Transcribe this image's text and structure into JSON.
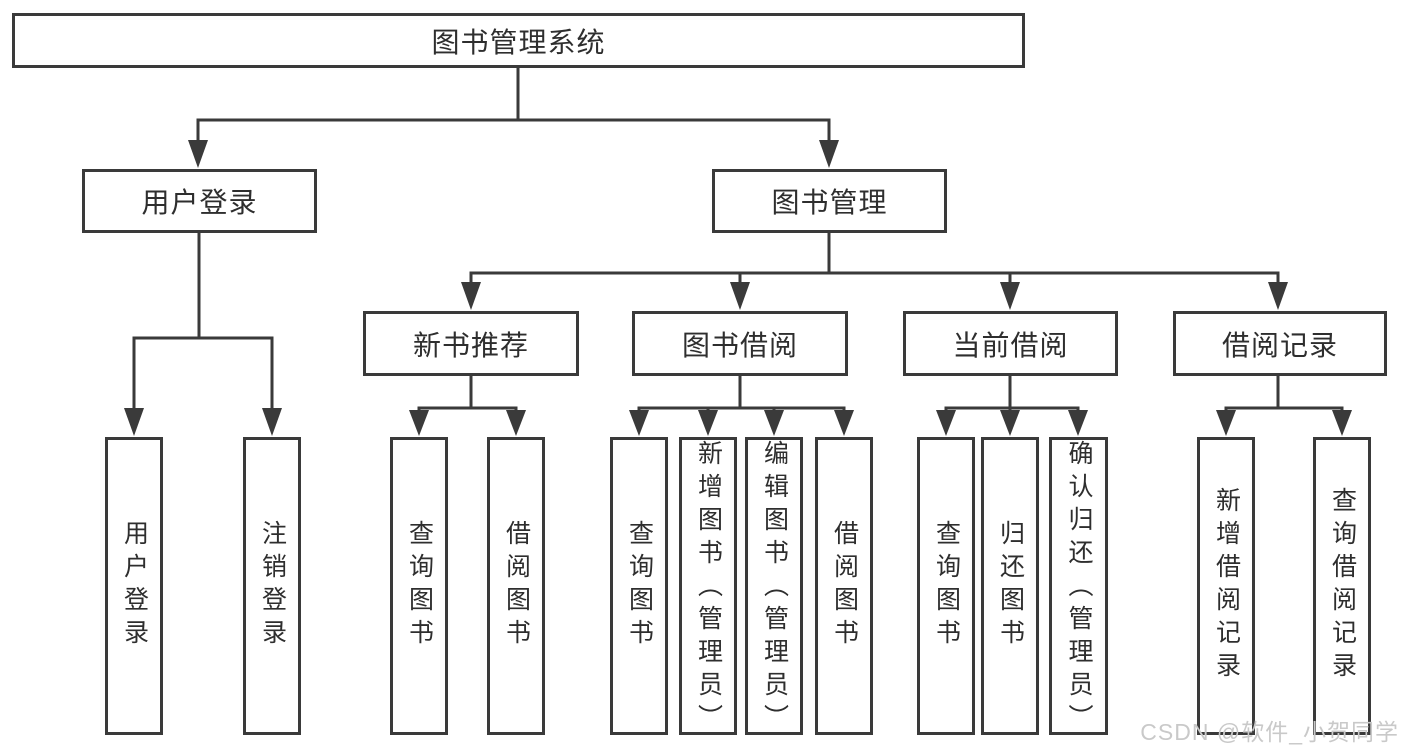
{
  "diagram": {
    "title_node": {
      "label": "图书管理系统"
    },
    "level2": [
      {
        "label": "用户登录"
      },
      {
        "label": "图书管理"
      }
    ],
    "level3": [
      {
        "label": "新书推荐"
      },
      {
        "label": "图书借阅"
      },
      {
        "label": "当前借阅"
      },
      {
        "label": "借阅记录"
      }
    ],
    "leaves": {
      "user_login": [
        "用户登录",
        "注销登录"
      ],
      "new_book": [
        "查询图书",
        "借阅图书"
      ],
      "book_borrow": [
        "查询图书",
        "新增图书（管理员）",
        "编辑图书（管理员）",
        "借阅图书"
      ],
      "current_borrow": [
        "查询图书",
        "归还图书",
        "确认归还（管理员）"
      ],
      "borrow_record": [
        "新增借阅记录",
        "查询借阅记录"
      ]
    },
    "colors": {
      "line": "#3a3a3a",
      "text": "#2e2e2e",
      "watermark": "#c9c9c9",
      "background": "#ffffff"
    }
  },
  "watermark": {
    "text": "CSDN @软件_小贺同学"
  }
}
